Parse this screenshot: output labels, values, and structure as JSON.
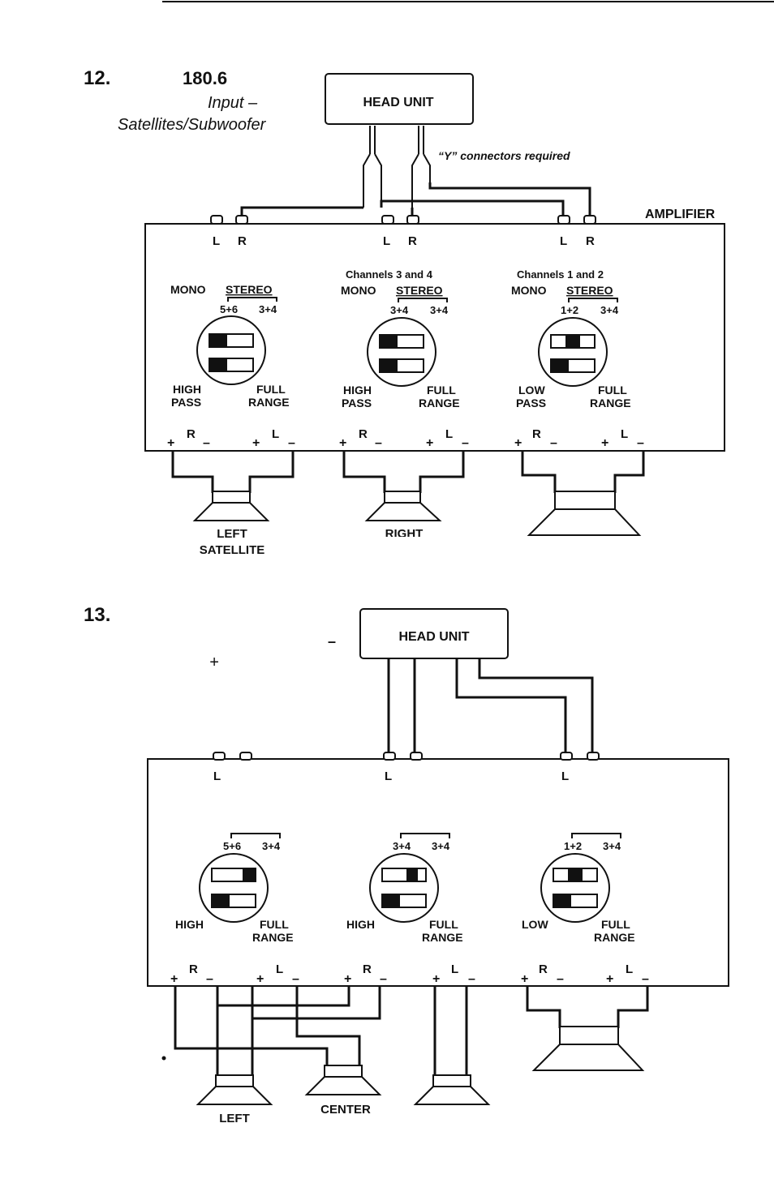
{
  "fig12": {
    "number": "12.",
    "model": "180.6",
    "subtitle1": "Input –",
    "subtitle2": "Satellites/Subwoofer",
    "head_unit": "HEAD UNIT",
    "y_note": "“Y” connectors required",
    "amplifier": "AMPLIFIER",
    "sections": [
      {
        "in_l": "L",
        "in_r": "R",
        "heading": "",
        "mono": "MONO",
        "stereo": "STEREO",
        "opt_a": "5+6",
        "opt_b": "3+4",
        "filt1a": "HIGH",
        "filt1b": "PASS",
        "filt2a": "FULL",
        "filt2b": "RANGE",
        "out_r": "R",
        "out_l": "L"
      },
      {
        "in_l": "L",
        "in_r": "R",
        "heading": "Channels 3 and 4",
        "mono": "MONO",
        "stereo": "STEREO",
        "opt_a": "3+4",
        "opt_b": "3+4",
        "filt1a": "HIGH",
        "filt1b": "PASS",
        "filt2a": "FULL",
        "filt2b": "RANGE",
        "out_r": "R",
        "out_l": "L"
      },
      {
        "in_l": "L",
        "in_r": "R",
        "heading": "Channels 1 and 2",
        "mono": "MONO",
        "stereo": "STEREO",
        "opt_a": "1+2",
        "opt_b": "3+4",
        "filt1a": "LOW",
        "filt1b": "PASS",
        "filt2a": "FULL",
        "filt2b": "RANGE",
        "out_r": "R",
        "out_l": "L"
      }
    ],
    "plus": "+",
    "minus": "–",
    "speaker_left_1": "LEFT",
    "speaker_left_2": "SATELLITE",
    "speaker_right": "RIGHT"
  },
  "fig13": {
    "number": "13.",
    "dash": "–",
    "plus_mark": "+",
    "head_unit": "HEAD UNIT",
    "sections": [
      {
        "in_l": "L",
        "opt_a": "5+6",
        "opt_b": "3+4",
        "filt1": "HIGH",
        "filt2a": "FULL",
        "filt2b": "RANGE",
        "out_r": "R",
        "out_l": "L"
      },
      {
        "in_l": "L",
        "opt_a": "3+4",
        "opt_b": "3+4",
        "filt1": "HIGH",
        "filt2a": "FULL",
        "filt2b": "RANGE",
        "out_r": "R",
        "out_l": "L"
      },
      {
        "in_l": "L",
        "opt_a": "1+2",
        "opt_b": "3+4",
        "filt1": "LOW",
        "filt2a": "FULL",
        "filt2b": "RANGE",
        "out_r": "R",
        "out_l": "L"
      }
    ],
    "plus": "+",
    "minus": "–",
    "speaker_left": "LEFT",
    "speaker_center": "CENTER"
  }
}
